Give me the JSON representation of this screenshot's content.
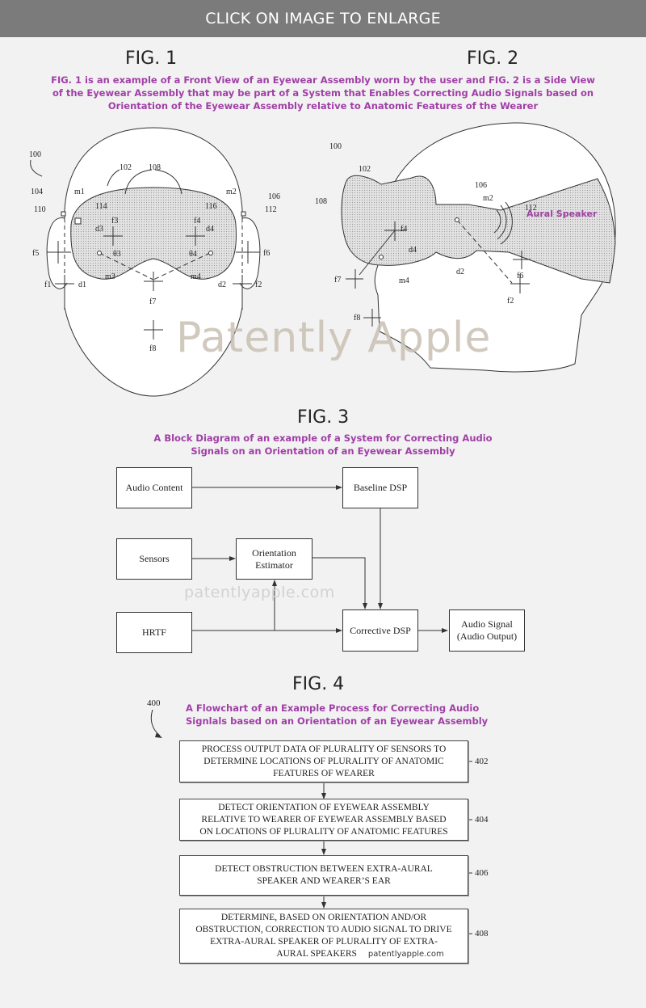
{
  "banner": {
    "label": "CLICK ON IMAGE TO ENLARGE"
  },
  "fig1": {
    "title": "FIG. 1",
    "labels": {
      "ref100": "100",
      "ref102": "102",
      "ref104": "104",
      "ref106": "106",
      "ref108": "108",
      "ref110": "110",
      "ref112": "112",
      "ref114": "114",
      "ref116": "116",
      "m1": "m1",
      "m2": "m2",
      "m3": "m3",
      "m4": "m4",
      "f1": "f1",
      "f2": "f2",
      "f3": "f3",
      "f4": "f4",
      "f5": "f5",
      "f6": "f6",
      "f7": "f7",
      "f8": "f8",
      "d1": "d1",
      "d2": "d2",
      "d3": "d3",
      "d4": "d4",
      "theta3": "θ3",
      "theta4": "θ4"
    }
  },
  "fig2": {
    "title": "FIG. 2",
    "labels": {
      "ref100": "100",
      "ref102": "102",
      "ref106": "106",
      "ref108": "108",
      "ref112": "112",
      "m2": "m2",
      "m4": "m4",
      "f2": "f2",
      "f4": "f4",
      "f6": "f6",
      "f7": "f7",
      "f8": "f8",
      "d2": "d2",
      "d4": "d4"
    },
    "annotation": "Aural Speaker"
  },
  "caption_fig12": {
    "lines": [
      "FIG. 1 is an example of a Front View of an Eyewear Assembly worn by the user and FIG. 2 is a Side View",
      "of the Eyewear Assembly that may be part of a System that Enables Correcting Audio Signals based on",
      "Orientation of the Eyewear Assembly relative to Anatomic Features of the Wearer"
    ]
  },
  "watermark": {
    "large": "Patently Apple",
    "small": "patentlyapple.com"
  },
  "fig3": {
    "title": "FIG. 3",
    "caption": [
      "A Block Diagram of an example of a System for Correcting Audio",
      "Signals on an Orientation of an Eyewear Assembly"
    ],
    "blocks": {
      "audio_content": "Audio Content",
      "baseline_dsp": "Baseline DSP",
      "sensors": "Sensors",
      "orientation_estimator": [
        "Orientation",
        "Estimator"
      ],
      "hrtf": "HRTF",
      "corrective_dsp": "Corrective DSP",
      "audio_signal": [
        "Audio Signal",
        "(Audio Output)"
      ]
    }
  },
  "fig4": {
    "title": "FIG. 4",
    "ref": "400",
    "caption": [
      "A Flowchart of an Example Process for Correcting Audio",
      "Signlals based on an Orientation of an Eyewear Assembly"
    ],
    "steps": [
      {
        "ref": "402",
        "lines": [
          "PROCESS OUTPUT DATA OF PLURALITY OF SENSORS TO",
          "DETERMINE LOCATIONS OF PLURALITY OF ANATOMIC",
          "FEATURES OF WEARER"
        ]
      },
      {
        "ref": "404",
        "lines": [
          "DETECT ORIENTATION OF EYEWEAR ASSEMBLY",
          "RELATIVE TO WEARER OF EYEWEAR ASSEMBLY BASED",
          "ON LOCATIONS OF PLURALITY OF ANATOMIC FEATURES"
        ]
      },
      {
        "ref": "406",
        "lines": [
          "DETECT OBSTRUCTION BETWEEN EXTRA-AURAL",
          "SPEAKER AND WEARER’S EAR"
        ]
      },
      {
        "ref": "408",
        "lines": [
          "DETERMINE, BASED ON ORIENTATION AND/OR",
          "OBSTRUCTION, CORRECTION TO AUDIO SIGNAL TO DRIVE",
          "EXTRA-AURAL SPEAKER OF PLURALITY OF EXTRA-",
          "AURAL SPEAKERS"
        ]
      }
    ],
    "inline_watermark": "patentlyapple.com"
  }
}
